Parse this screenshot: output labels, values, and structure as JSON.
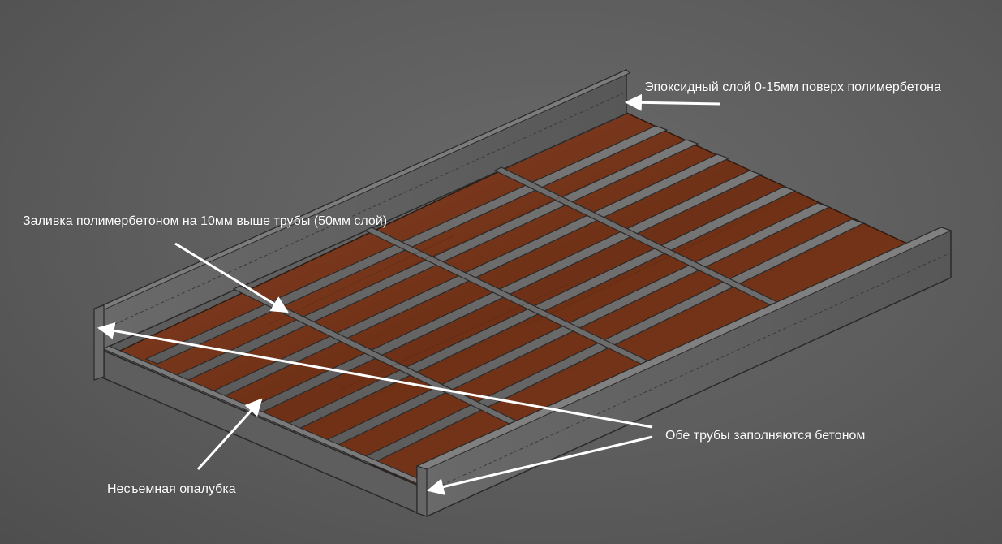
{
  "labels": {
    "epoxy": "Эпоксидный слой 0-15мм поверх полимербетона",
    "polymer_fill": "Заливка полимербетоном на 10мм выше трубы (50мм слой)",
    "pipes_concrete": "Обе трубы заполняются бетоном",
    "formwork": "Несъемная опалубка"
  },
  "colors": {
    "background": "#5c5c5c",
    "steel": "#6e6e6e",
    "steel_dark": "#4a4a4a",
    "wood": "#7a3a1e",
    "annotation": "#ffffff"
  }
}
